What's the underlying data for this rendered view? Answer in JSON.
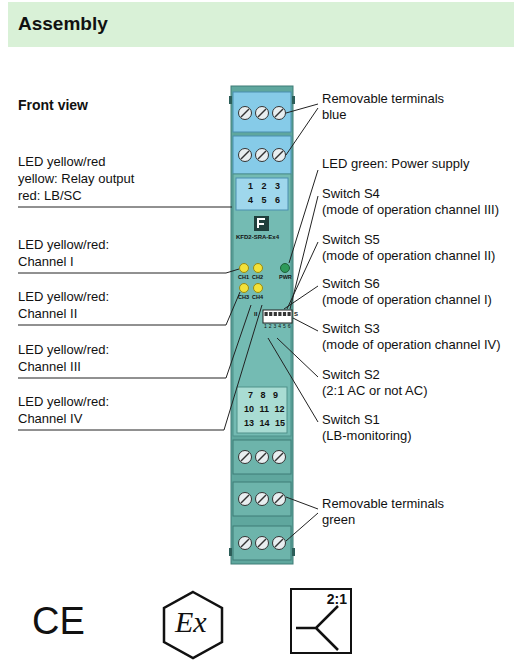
{
  "diagram": {
    "title": "Assembly",
    "nodes": [
      {
        "text": [
          "2:1"
        ]
      }
    ],
    "labels": [
      "Front view",
      "LED yellow/red",
      "yellow: Relay output",
      "red: LB/SC",
      "LED yellow/red:",
      "Channel I",
      "LED yellow/red:",
      "Channel II",
      "LED yellow/red:",
      "Channel III",
      "LED yellow/red:",
      "Channel IV",
      "Removable terminals",
      "blue",
      "LED green: Power supply",
      "Switch S4",
      "(mode of operation channel III)",
      "Switch S5",
      "(mode of operation channel II)",
      "Switch S6",
      "(mode of operation channel I)",
      "Switch S3",
      "(mode of operation channel IV)",
      "Switch S2",
      "(2:1 AC or not AC)",
      "Switch S1",
      "(LB-monitoring)",
      "Removable terminals",
      "green",
      "1 2 3",
      "4 5 6",
      "KFD2-SRA-Ex4",
      "CH1",
      "CH2",
      "PWR",
      "CH3",
      "CH4",
      "II",
      "1 2 3 4 5 6",
      "S",
      "7 8 9",
      "10 11 12",
      "13 14 15",
      "CE",
      "Ex"
    ]
  }
}
